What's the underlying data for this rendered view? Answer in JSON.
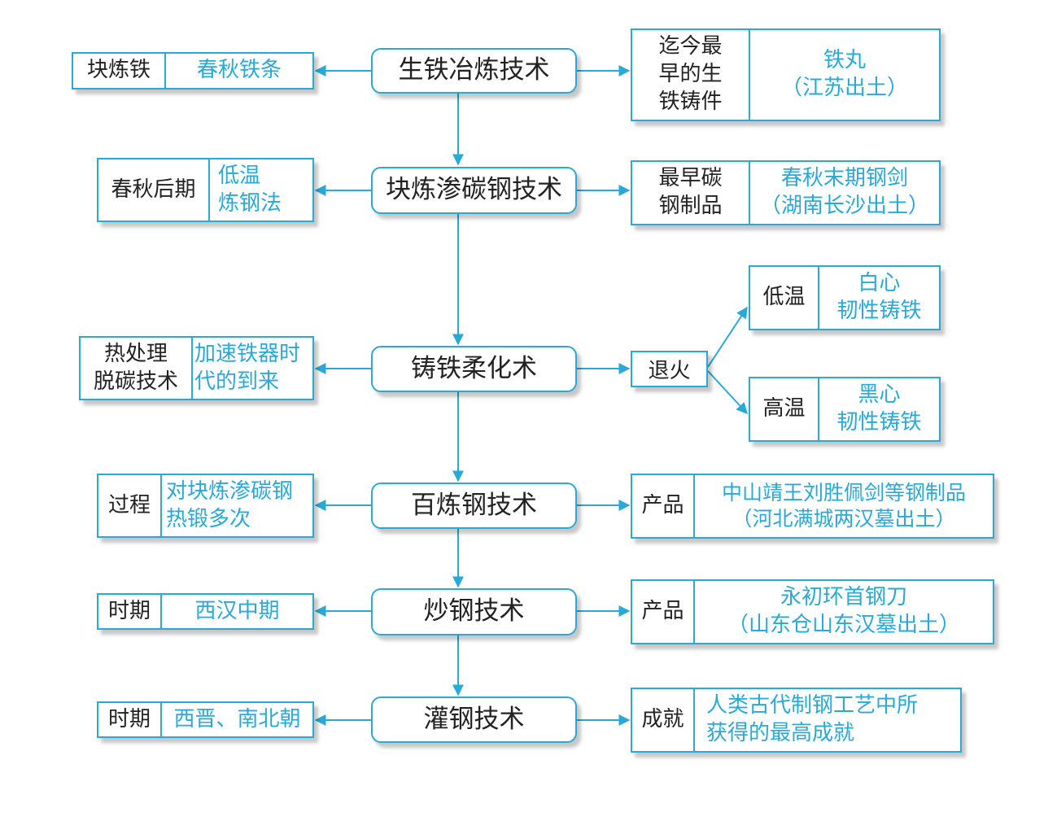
{
  "colors": {
    "accent": "#29a9d6",
    "text": "#222222"
  },
  "main": {
    "n1": "生铁冶炼技术",
    "n2": "块炼渗碳钢技术",
    "n3": "铸铁柔化术",
    "n4": "百炼钢技术",
    "n5": "炒钢技术",
    "n6": "灌钢技术"
  },
  "left": {
    "l1": {
      "k": "块炼铁",
      "v": "春秋铁条"
    },
    "l2": {
      "k": "春秋后期",
      "v": "低温\n炼钢法"
    },
    "l3": {
      "k": "热处理\n脱碳技术",
      "v": "加速铁器时\n代的到来"
    },
    "l4": {
      "k": "过程",
      "v": "对块炼渗碳钢\n热锻多次"
    },
    "l5": {
      "k": "时期",
      "v": "西汉中期"
    },
    "l6": {
      "k": "时期",
      "v": "西晋、南北朝"
    }
  },
  "right": {
    "r1": {
      "k": "迄今最\n早的生\n铁铸件",
      "v": "铁丸\n（江苏出土）"
    },
    "r2": {
      "k": "最早碳\n钢制品",
      "v": "春秋末期钢剑\n（湖南长沙出土）"
    },
    "r3": {
      "k": "退火"
    },
    "r3a": {
      "k": "低温",
      "v": "白心\n韧性铸铁"
    },
    "r3b": {
      "k": "高温",
      "v": "黑心\n韧性铸铁"
    },
    "r4": {
      "k": "产品",
      "v": "中山靖王刘胜佩剑等钢制品\n（河北满城两汉墓出土）"
    },
    "r5": {
      "k": "产品",
      "v": "永初环首钢刀\n（山东仓山东汉墓出土）"
    },
    "r6": {
      "k": "成就",
      "v": "人类古代制钢工艺中所\n获得的最高成就"
    }
  }
}
